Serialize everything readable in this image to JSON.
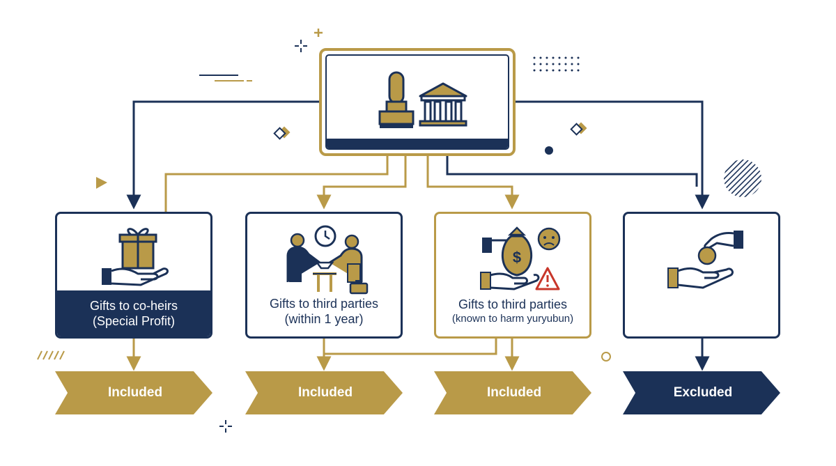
{
  "colors": {
    "navy": "#1b3157",
    "gold": "#b99a48",
    "background": "#ffffff"
  },
  "source": {
    "icons": [
      "rubber-stamp-icon",
      "courthouse-icon"
    ]
  },
  "categories": [
    {
      "line1": "Gifts to co-heirs",
      "line2": "(Special Profit)",
      "icon": "gift-in-hand-icon",
      "outcome": "Included"
    },
    {
      "line1": "Gifts to third parties",
      "line2": "(within 1 year)",
      "icon": "handshake-clock-icon",
      "outcome": "Included"
    },
    {
      "line1": "Gifts to third parties",
      "line2": "(known to harm yuryubun)",
      "icon": "money-bag-warning-icon",
      "outcome": "Included"
    },
    {
      "line1": "",
      "line2": "",
      "icon": "coin-in-hand-icon",
      "outcome": "Excluded"
    }
  ]
}
